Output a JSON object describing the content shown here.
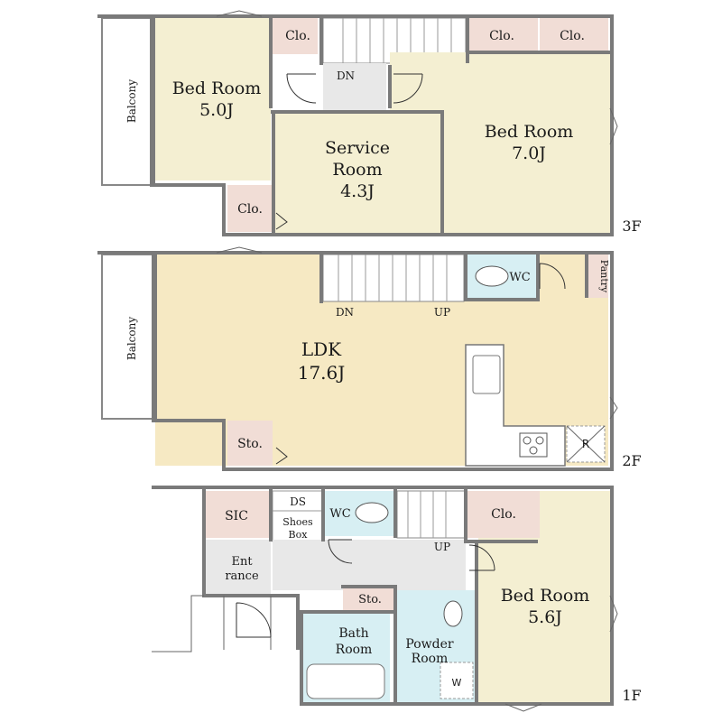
{
  "colors": {
    "room": "#f4efd2",
    "ldk": "#f6e9c3",
    "closet": "#f1ddd6",
    "wet": "#d7eff3",
    "hall": "#e8e8e8",
    "wall": "#7a7a7a"
  },
  "floor3": {
    "level": "3F",
    "balcony": "Balcony",
    "bedroom_a": {
      "name": "Bed Room",
      "size": "5.0J"
    },
    "service": {
      "name1": "Service",
      "name2": "Room",
      "size": "4.3J"
    },
    "bedroom_b": {
      "name": "Bed Room",
      "size": "7.0J"
    },
    "clo1": "Clo.",
    "clo2": "Clo.",
    "clo3": "Clo.",
    "clo4": "Clo.",
    "dn": "DN"
  },
  "floor2": {
    "level": "2F",
    "balcony": "Balcony",
    "ldk": {
      "name": "LDK",
      "size": "17.6J"
    },
    "wc": "WC",
    "pantry": "Pantry",
    "sto": "Sto.",
    "dn": "DN",
    "up": "UP",
    "fridge": "R"
  },
  "floor1": {
    "level": "1F",
    "sic": "SIC",
    "ds": "DS",
    "shoes1": "Shoes",
    "shoes2": "Box",
    "wc": "WC",
    "up": "UP",
    "clo": "Clo.",
    "entrance1": "Ent",
    "entrance2": "rance",
    "sto": "Sto.",
    "bath1": "Bath",
    "bath2": "Room",
    "powder1": "Powder",
    "powder2": "Room",
    "bedroom": {
      "name": "Bed Room",
      "size": "5.6J"
    },
    "washer": "W"
  }
}
